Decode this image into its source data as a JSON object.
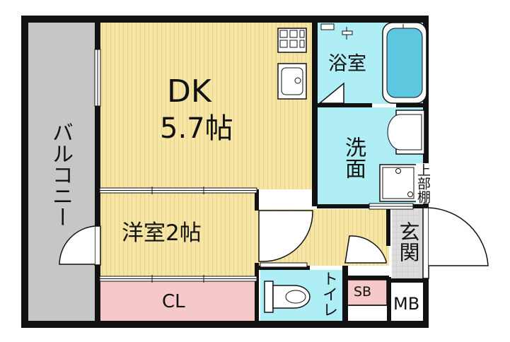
{
  "rooms": {
    "dk": {
      "name": "DK",
      "size": "5.7帖"
    },
    "western": {
      "label": "洋室2帖"
    },
    "closet": {
      "label": "CL"
    },
    "bath": {
      "label": "浴室"
    },
    "washroom": {
      "label": "洗面"
    },
    "shelf": {
      "label": "上部棚"
    },
    "entrance": {
      "label": "玄関"
    },
    "toilet": {
      "label": "トイレ"
    },
    "shoebox": {
      "label": "SB"
    },
    "meterbox": {
      "label": "MB"
    },
    "balcony": {
      "label": "バルコニー"
    }
  },
  "colors": {
    "wall": "#111111",
    "floor_wood": "#f6e6a6",
    "floor_wood_line": "#ead089",
    "wet_area": "#aeeef4",
    "closet": "#f5c9c9",
    "balcony": "#c6c6c6",
    "entrance": "#d8d8d8",
    "shoebox": "#f5c9c9",
    "bathtub": "#5ec7e0"
  }
}
